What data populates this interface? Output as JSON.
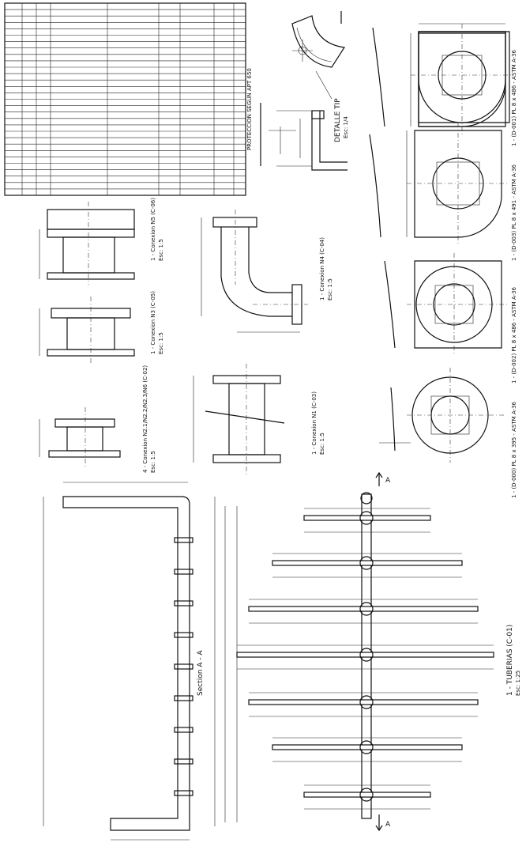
{
  "table": {
    "rows": 30
  },
  "views": {
    "detalle": {
      "title": "DETALLE TIP",
      "scale": "Esc: 1/4",
      "note": "PROTECCION SEGUN APT 650"
    },
    "n5": {
      "title": "1 - Conexion N5",
      "tag": "(C-06)",
      "scale": "Esc: 1:5"
    },
    "n3": {
      "title": "1 - Conexion N3",
      "tag": "(C-05)",
      "scale": "Esc: 1:5"
    },
    "n2": {
      "title": "4 - Conexion N2.1/N2.2/N2.3/N6",
      "tag": "(C-02)",
      "scale": "Esc: 1:5"
    },
    "n4": {
      "title": "1 - Conexion N4",
      "tag": "(C-04)",
      "scale": "Esc: 1:5"
    },
    "n1": {
      "title": "1 - Conexion N1",
      "tag": "(C-03)",
      "scale": "Esc: 1:5"
    },
    "p1": {
      "qty": "1 -",
      "tag": "(D-001)",
      "spec": "PL 8 x 486 - ASTM A-36"
    },
    "p3": {
      "qty": "1 -",
      "tag": "(D-003)",
      "spec": "PL 8 x 491 - ASTM A-36"
    },
    "p2": {
      "qty": "1 -",
      "tag": "(D-002)",
      "spec": "PL 8 x 486 - ASTM A-36"
    },
    "p0": {
      "qty": "1 -",
      "tag": "(D-000)",
      "spec": "PL 8 x 395 - ASTM A-36"
    },
    "section": {
      "title": "Section A - A"
    },
    "tuberias": {
      "title": "1 - TUBERIAS",
      "tag": "(C-01)",
      "scale": "Esc: 1:25"
    },
    "cut": {
      "label": "A"
    }
  }
}
